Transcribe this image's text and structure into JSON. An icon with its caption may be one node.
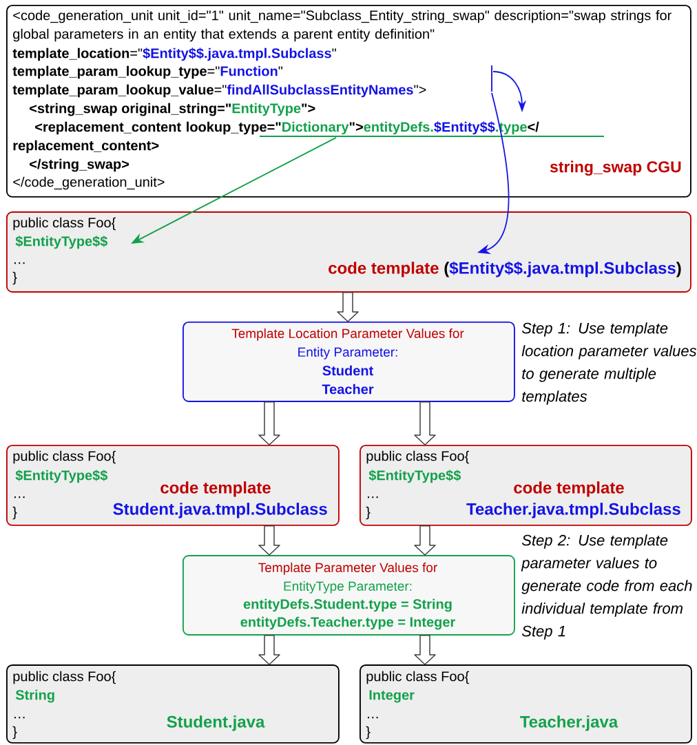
{
  "diagram": {
    "nodes": [
      {
        "text": [
          "<code_generation_unit unit_id=\"1\" unit_name=\"Subclass_Entity_string_swap\" description=\"swap strings for global parameters in an entity that extends a parent entity definition\"",
          "**template_location**=\"",
          "$Entity$$.java.tmpl.Subclass",
          "\"",
          "**template_param_lookup_type**=\"",
          "Function",
          "\"",
          "**template_param_lookup_value**=\"",
          "findAllSubclassEntityNames",
          "\">",
          "<string_swap original_string=\"",
          "EntityType",
          "\">",
          "<replacement_content lookup_type=\"",
          "Dictionary",
          "\">",
          "entityDefs.",
          "$Entity$$",
          ".type",
          "</ replacement_content>",
          "</string_swap>",
          "</code_generation_unit>",
          "string_swap CGU"
        ]
      },
      {
        "text": [
          "public class Foo{",
          "$EntityType$$",
          "…",
          "}",
          "code template",
          "(",
          "$Entity$$.java.tmpl.Subclass",
          ")"
        ]
      },
      {
        "text": [
          "Template Location Parameter Values for",
          "Entity Parameter:",
          "Student",
          "Teacher"
        ],
        "beside": [
          "Step 1: Use template location parameter values to generate multiple templates"
        ]
      },
      {
        "text": [
          "public class Foo{",
          "$EntityType$$",
          "…",
          "}",
          "code template",
          "Student.java.tmpl.Subclass"
        ]
      },
      {
        "text": [
          "public class Foo{",
          "$EntityType$$",
          "…",
          "}",
          "code template",
          "Teacher.java.tmpl.Subclass"
        ]
      },
      {
        "text": [
          "Template Parameter Values for",
          "EntityType Parameter:",
          "entityDefs.Student.type = String",
          "entityDefs.Teacher.type = Integer"
        ],
        "beside": [
          "Step 2: Use template parameter values to generate code from each individual template from Step 1"
        ]
      },
      {
        "text": [
          "public class Foo{",
          "String",
          "…",
          "}",
          "Student.java"
        ]
      },
      {
        "text": [
          "public class Foo{",
          "Integer",
          "…",
          "}",
          "Teacher.java"
        ]
      }
    ],
    "edges": [
      {
        "from": 1,
        "to": 2,
        "arrow": "to"
      },
      {
        "from": 2,
        "to": 3,
        "arrow": "to"
      },
      {
        "from": 2,
        "to": 4,
        "arrow": "to"
      },
      {
        "from": 3,
        "to": 5,
        "arrow": "to"
      },
      {
        "from": 4,
        "to": 5,
        "arrow": "to"
      },
      {
        "from": 5,
        "to": 6,
        "arrow": "to"
      },
      {
        "from": 5,
        "to": 7,
        "arrow": "to"
      },
      {
        "from": 0,
        "to": 1,
        "arrow": "to",
        "color": "#12a14b"
      },
      {
        "from": 0,
        "to": 1,
        "arrow": "to",
        "color": "#1414e6"
      }
    ]
  }
}
